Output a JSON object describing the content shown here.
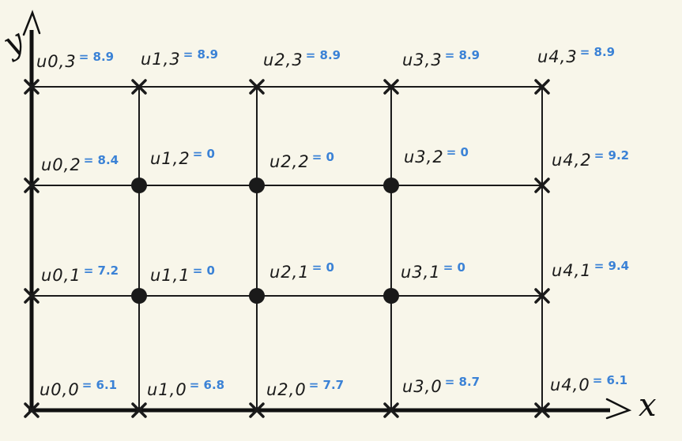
{
  "colors": {
    "ink": "#1a1a1a",
    "value": "#3b82d6",
    "background": "#f8f6ea"
  },
  "axes": {
    "x": "x",
    "y": "y"
  },
  "grid": {
    "columns": 5,
    "rows": 4
  },
  "nodes": [
    {
      "id": "0,0",
      "name": "u0,0",
      "value": "= 6.1",
      "marker": "cross"
    },
    {
      "id": "1,0",
      "name": "u1,0",
      "value": "= 6.8",
      "marker": "cross"
    },
    {
      "id": "2,0",
      "name": "u2,0",
      "value": "= 7.7",
      "marker": "cross"
    },
    {
      "id": "3,0",
      "name": "u3,0",
      "value": "= 8.7",
      "marker": "cross"
    },
    {
      "id": "4,0",
      "name": "u4,0",
      "value": "= 6.1",
      "marker": "cross"
    },
    {
      "id": "0,1",
      "name": "u0,1",
      "value": "= 7.2",
      "marker": "cross"
    },
    {
      "id": "1,1",
      "name": "u1,1",
      "value": "= 0",
      "marker": "dot"
    },
    {
      "id": "2,1",
      "name": "u2,1",
      "value": "= 0",
      "marker": "dot"
    },
    {
      "id": "3,1",
      "name": "u3,1",
      "value": "= 0",
      "marker": "dot"
    },
    {
      "id": "4,1",
      "name": "u4,1",
      "value": "= 9.4",
      "marker": "cross"
    },
    {
      "id": "0,2",
      "name": "u0,2",
      "value": "= 8.4",
      "marker": "cross"
    },
    {
      "id": "1,2",
      "name": "u1,2",
      "value": "= 0",
      "marker": "dot"
    },
    {
      "id": "2,2",
      "name": "u2,2",
      "value": "= 0",
      "marker": "dot"
    },
    {
      "id": "3,2",
      "name": "u3,2",
      "value": "= 0",
      "marker": "dot"
    },
    {
      "id": "4,2",
      "name": "u4,2",
      "value": "= 9.2",
      "marker": "cross"
    },
    {
      "id": "0,3",
      "name": "u0,3",
      "value": "= 8.9",
      "marker": "cross"
    },
    {
      "id": "1,3",
      "name": "u1,3",
      "value": "= 8.9",
      "marker": "cross"
    },
    {
      "id": "2,3",
      "name": "u2,3",
      "value": "= 8.9",
      "marker": "cross"
    },
    {
      "id": "3,3",
      "name": "u3,3",
      "value": "= 8.9",
      "marker": "cross"
    },
    {
      "id": "4,3",
      "name": "u4,3",
      "value": "= 8.9",
      "marker": "cross"
    }
  ]
}
